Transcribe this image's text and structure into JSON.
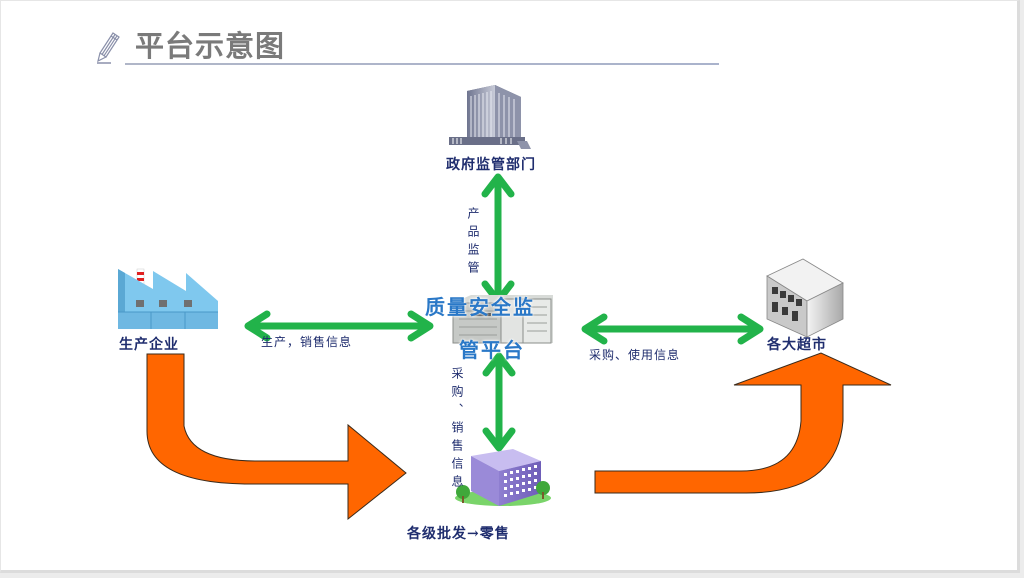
{
  "slide": {
    "title": "平台示意图",
    "title_icon": "pencil-icon"
  },
  "nodes": {
    "government": {
      "label": "政府监管部门",
      "icon": "office-tower-icon"
    },
    "platform": {
      "label_line1": "质量安全监",
      "label_line2": "管平台",
      "icon": "server-icon"
    },
    "producer": {
      "label": "生产企业",
      "icon": "factory-icon"
    },
    "supermarket": {
      "label": "各大超市",
      "icon": "store-building-icon"
    },
    "wholesale": {
      "label": "各级批发→零售",
      "icon": "office-building-icon"
    }
  },
  "edges": {
    "gov_platform": {
      "label": "产品监管"
    },
    "producer_platform": {
      "label": "生产，销售信息"
    },
    "platform_supermarket": {
      "label": "采购、使用信息"
    },
    "platform_wholesale": {
      "label": "采购、销售信息"
    }
  },
  "colors": {
    "info_arrow": "#22b34a",
    "flow_arrow": "#ff6600",
    "node_label": "#1f2d6e",
    "platform_label": "#2a78c7",
    "title": "#7a7a7a"
  }
}
